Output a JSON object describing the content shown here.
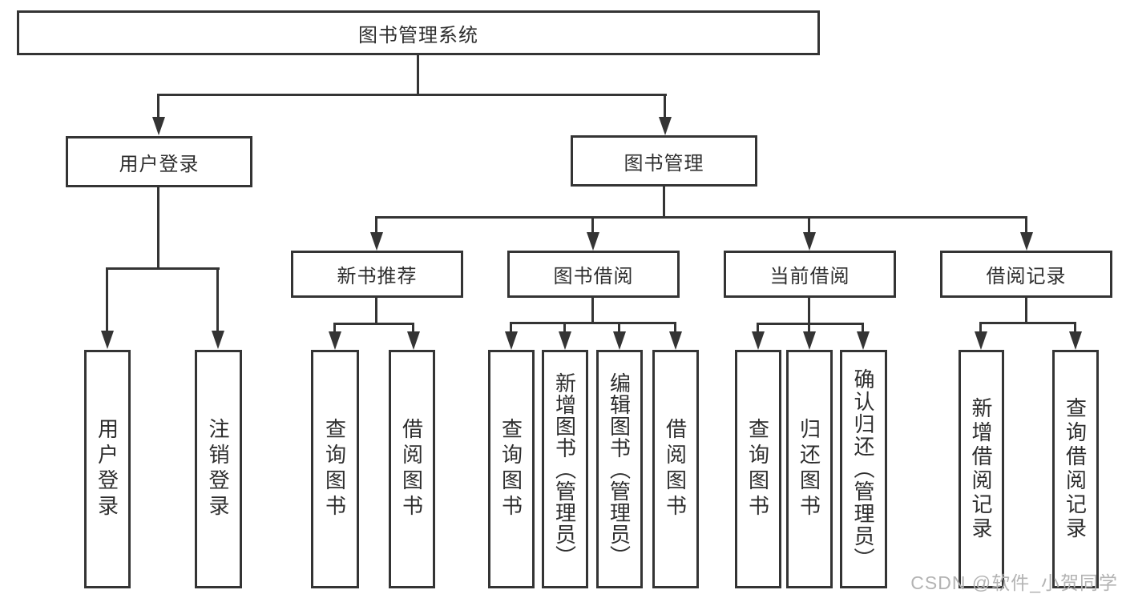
{
  "diagram": {
    "root": {
      "label": "图书管理系统"
    },
    "branches": [
      {
        "label": "用户登录",
        "children": [
          {
            "label": "用户登录"
          },
          {
            "label": "注销登录"
          }
        ]
      },
      {
        "label": "图书管理",
        "children": [
          {
            "label": "新书推荐",
            "children": [
              {
                "label": "查询图书"
              },
              {
                "label": "借阅图书"
              }
            ]
          },
          {
            "label": "图书借阅",
            "children": [
              {
                "label": "查询图书"
              },
              {
                "label": "新增图书（管理员）"
              },
              {
                "label": "编辑图书（管理员）"
              },
              {
                "label": "借阅图书"
              }
            ]
          },
          {
            "label": "当前借阅",
            "children": [
              {
                "label": "查询图书"
              },
              {
                "label": "归还图书"
              },
              {
                "label": "确认归还（管理员）"
              }
            ]
          },
          {
            "label": "借阅记录",
            "children": [
              {
                "label": "新增借阅记录"
              },
              {
                "label": "查询借阅记录"
              }
            ]
          }
        ]
      }
    ]
  },
  "watermark": {
    "text": "CSDN @软件_小贺同学"
  },
  "colors": {
    "line": "#343434",
    "text": "#2e2e2e",
    "watermark": "#b3b3b3",
    "background": "#ffffff"
  }
}
